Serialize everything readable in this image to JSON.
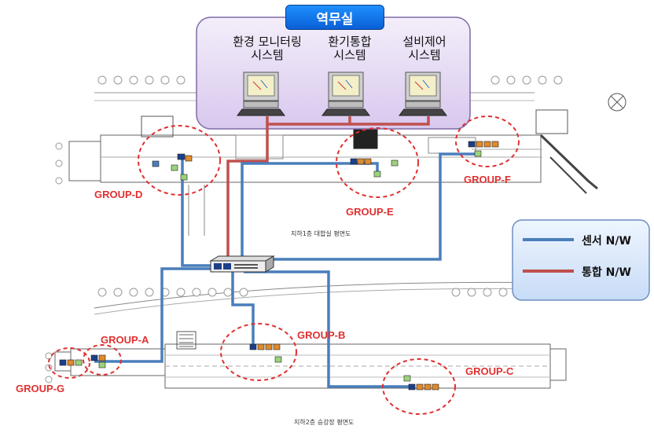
{
  "room": {
    "title": "역무실"
  },
  "systems": [
    {
      "line1": "환경 모니터링",
      "line2": "시스템"
    },
    {
      "line1": "환기통합",
      "line2": "시스템"
    },
    {
      "line1": "설비제어",
      "line2": "시스템"
    }
  ],
  "groups": {
    "a": "GROUP-A",
    "b": "GROUP-B",
    "c": "GROUP-C",
    "d": "GROUP-D",
    "e": "GROUP-E",
    "f": "GROUP-F",
    "g": "GROUP-G"
  },
  "plans": {
    "upper": "지하1층 대합실 평면도",
    "lower": "지하2층 승강장 평면도"
  },
  "legend": {
    "sensor": "센서 N/W",
    "integrated": "통합 N/W"
  },
  "colors": {
    "sensor_line": "#4a7ebb",
    "integrated_line": "#c0504d",
    "group_circle": "#e03030",
    "room_panel": "#e6dcf2",
    "legend_panel": "#d6e6fb"
  }
}
